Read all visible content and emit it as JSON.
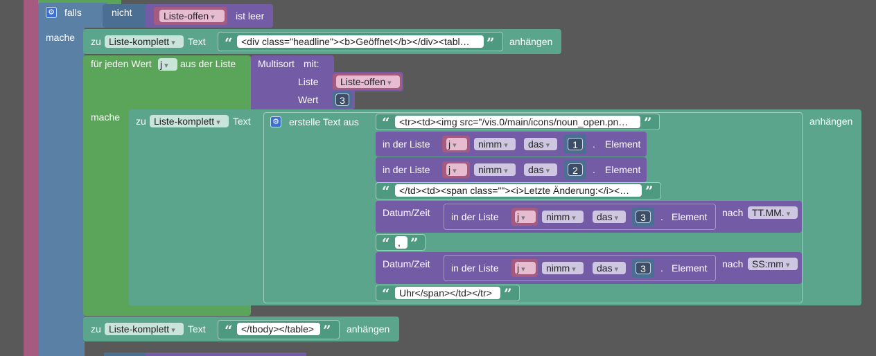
{
  "if_block": {
    "label": "falls",
    "not_label": "nicht",
    "variable": "Liste-offen",
    "is_empty_label": "ist leer",
    "do_label": "mache"
  },
  "append_block_1": {
    "to_label": "zu",
    "variable": "Liste-komplett",
    "text_label": "Text",
    "text_value": "<div class=\"headline\"><b>Geöffnet</b></div><tabl…",
    "append_label": "anhängen"
  },
  "foreach_block": {
    "label": "für jeden Wert",
    "variable": "j",
    "from_list_label": "aus der Liste",
    "do_label": "mache"
  },
  "multisort_block": {
    "label": "Multisort",
    "with_label": "mit:",
    "list_label": "Liste",
    "list_variable": "Liste-offen",
    "value_label": "Wert",
    "value_number": "3"
  },
  "append_block_2": {
    "to_label": "zu",
    "variable": "Liste-komplett",
    "text_label": "Text",
    "append_label": "anhängen",
    "create_text_label": "erstelle Text aus"
  },
  "text_items": {
    "text1": "<tr><td><img src=\"/vis.0/main/icons/noun_open.pn…",
    "text2": "</td><td><span class=\"\"><i>Letzte Änderung:</i><…",
    "text3": ",",
    "text4": "Uhr</span></td></tr>"
  },
  "list_get_labels": {
    "in_list": "in der Liste",
    "variable": "j",
    "mode": "nimm",
    "where": "das",
    "dot": ".",
    "element": "Element"
  },
  "list_get_indexes": [
    "1",
    "2",
    "3",
    "3"
  ],
  "datetime_blocks": {
    "label": "Datum/Zeit",
    "after_label": "nach",
    "format1": "TT.MM.",
    "format2": "SS:mm"
  },
  "append_block_3": {
    "to_label": "zu",
    "variable": "Liste-komplett",
    "text_label": "Text",
    "text_value": "</tbody></table>",
    "append_label": "anhängen"
  },
  "colors": {
    "workspace": "#595959",
    "logic_blue": "#5b80a5",
    "text_teal": "#5ba58c",
    "loop_green": "#5ba55b",
    "list_purple": "#745ba5",
    "variable_magenta": "#a55b80"
  },
  "icons": [
    "gear-icon",
    "open-quote-icon",
    "close-quote-icon",
    "dropdown-arrow-icon"
  ]
}
